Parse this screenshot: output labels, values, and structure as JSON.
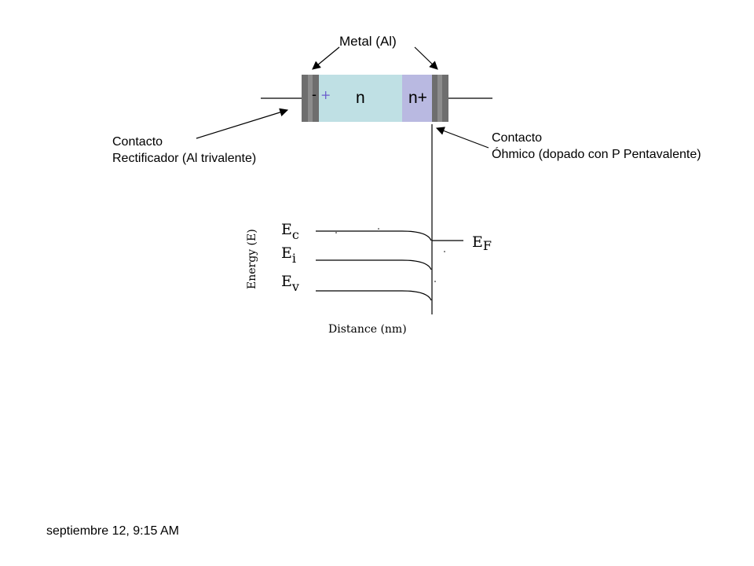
{
  "title": "Metal (Al)",
  "device": {
    "region_n": "n",
    "region_n_plus": "n+",
    "charge_minus": "-",
    "charge_plus": "+"
  },
  "rectifying_contact": {
    "line1": "Contacto",
    "line2": "Rectificador (Al trivalente)"
  },
  "ohmic_contact": {
    "line1": "Contacto",
    "line2": "Óhmico (dopado con P Pentavalente)"
  },
  "band_diagram": {
    "ylabel": "Energy (E)",
    "xlabel": "Distance (nm)",
    "ec_base": "E",
    "ec_sub": "c",
    "ei_base": "E",
    "ei_sub": "i",
    "ev_base": "E",
    "ev_sub": "v",
    "ef_base": "E",
    "ef_sub": "F"
  },
  "footer": {
    "timestamp": "septiembre 12, 9:15 AM"
  },
  "colors": {
    "n_region": "#bfe0e4",
    "n_plus_region": "#b9b9e1",
    "metal_contact": "#6e6e6e",
    "plus_sign": "#6a5acd"
  }
}
